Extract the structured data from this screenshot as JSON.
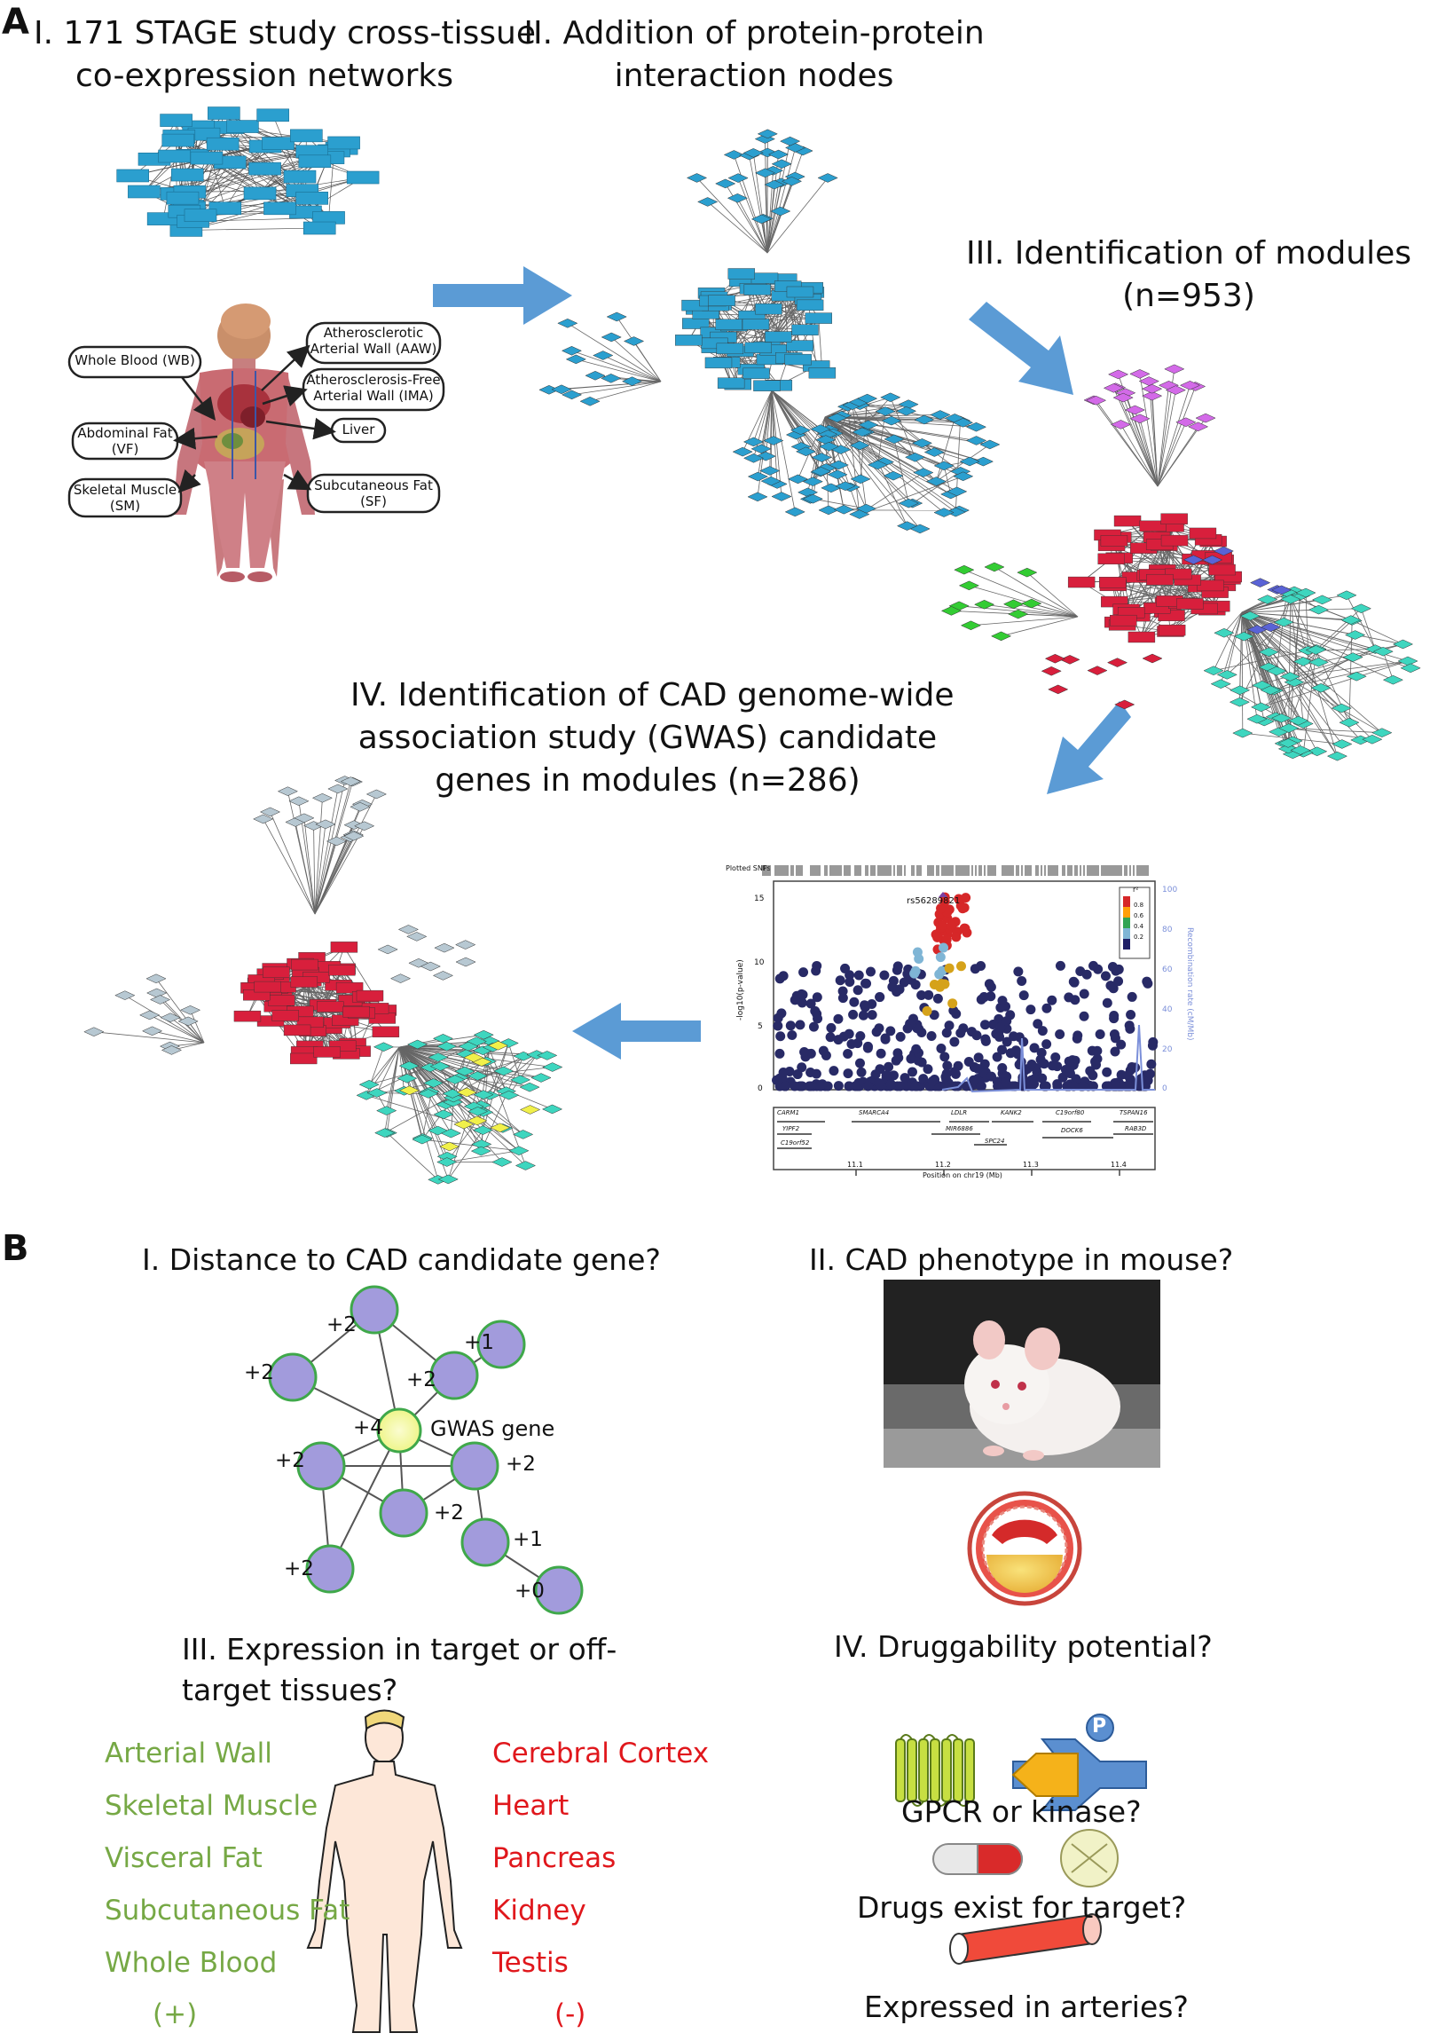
{
  "panel_a": {
    "label": "A",
    "step1_line1": "I. 171 STAGE study cross-tissue",
    "step1_line2": "co-expression networks",
    "step2_line1": "II. Addition of protein-protein",
    "step2_line2": "interaction nodes",
    "step3_line1": "III. Identification of modules",
    "step3_line2": "(n=953)",
    "step4_line1": "IV. Identification of CAD genome-wide",
    "step4_line2": "association study (GWAS) candidate",
    "step4_line3": "genes in modules (n=286)",
    "tissues": [
      {
        "l1": "Whole Blood (WB)",
        "l2": ""
      },
      {
        "l1": "Atherosclerotic",
        "l2": "Arterial Wall (AAW)"
      },
      {
        "l1": "Atherosclerosis-Free",
        "l2": "Arterial Wall (IMA)"
      },
      {
        "l1": "Liver",
        "l2": ""
      },
      {
        "l1": "Abdominal Fat",
        "l2": "(VF)"
      },
      {
        "l1": "Skeletal Muscle",
        "l2": "(SM)"
      },
      {
        "l1": "Subcutaneous Fat",
        "l2": "(SF)"
      }
    ],
    "locus": {
      "header": "Plotted SNPs",
      "snp": "rs56289821",
      "y_label": "-log10(p-value)",
      "y2_label": "Recombination rate (cM/Mb)",
      "y_ticks": [
        "15",
        "10",
        "5",
        "0"
      ],
      "y2_ticks": [
        "100",
        "80",
        "60",
        "40",
        "20",
        "0"
      ],
      "legend_title": "r²",
      "legend": [
        "0.8",
        "0.6",
        "0.4",
        "0.2"
      ],
      "genes": [
        "CARM1",
        "SMARCA4",
        "LDLR",
        "KANK2",
        "C19orf80",
        "TSPAN16",
        "YIPF2",
        "MIR6886",
        "DOCK6",
        "RAB3D",
        "C19orf52",
        "SPC24"
      ],
      "x_ticks": [
        "11.1",
        "11.2",
        "11.3",
        "11.4"
      ],
      "x_label": "Position on chr19 (Mb)"
    },
    "colors": {
      "network_blue": "#2b9fcf",
      "module_red": "#d81f3c",
      "module_teal": "#3ed6bf",
      "module_violet": "#d36ae8",
      "module_green": "#33cc33",
      "arrow": "#5b9bd5"
    }
  },
  "panel_b": {
    "label": "B",
    "q1": "I. Distance to CAD candidate gene?",
    "q2": "II. CAD phenotype in mouse?",
    "q3_line1": "III. Expression in target or off-",
    "q3_line2": "target tissues?",
    "q4": "IV. Druggability potential?",
    "gwas_label": "GWAS gene",
    "scores": [
      "+2",
      "+1",
      "+2",
      "+2",
      "+4",
      "+2",
      "+2",
      "+2",
      "+1",
      "+2",
      "+0"
    ],
    "target_tissues": [
      "Arterial Wall",
      "Skeletal Muscle",
      "Visceral Fat",
      "Subcutaneous Fat",
      "Whole Blood"
    ],
    "offtarget_tissues": [
      "Cerebral Cortex",
      "Heart",
      "Pancreas",
      "Kidney",
      "Testis"
    ],
    "plus": "(+)",
    "minus": "(-)",
    "kinase_p": "P",
    "gpcr_q": "GPCR or kinase?",
    "drug_q": "Drugs exist for target?",
    "artery_q": "Expressed in arteries?",
    "colors": {
      "target": "#76a845",
      "offtarget": "#e0171c",
      "node": "#a29bdc",
      "gwas_node": "#f6f7a4",
      "node_border": "#3fa84a"
    }
  }
}
